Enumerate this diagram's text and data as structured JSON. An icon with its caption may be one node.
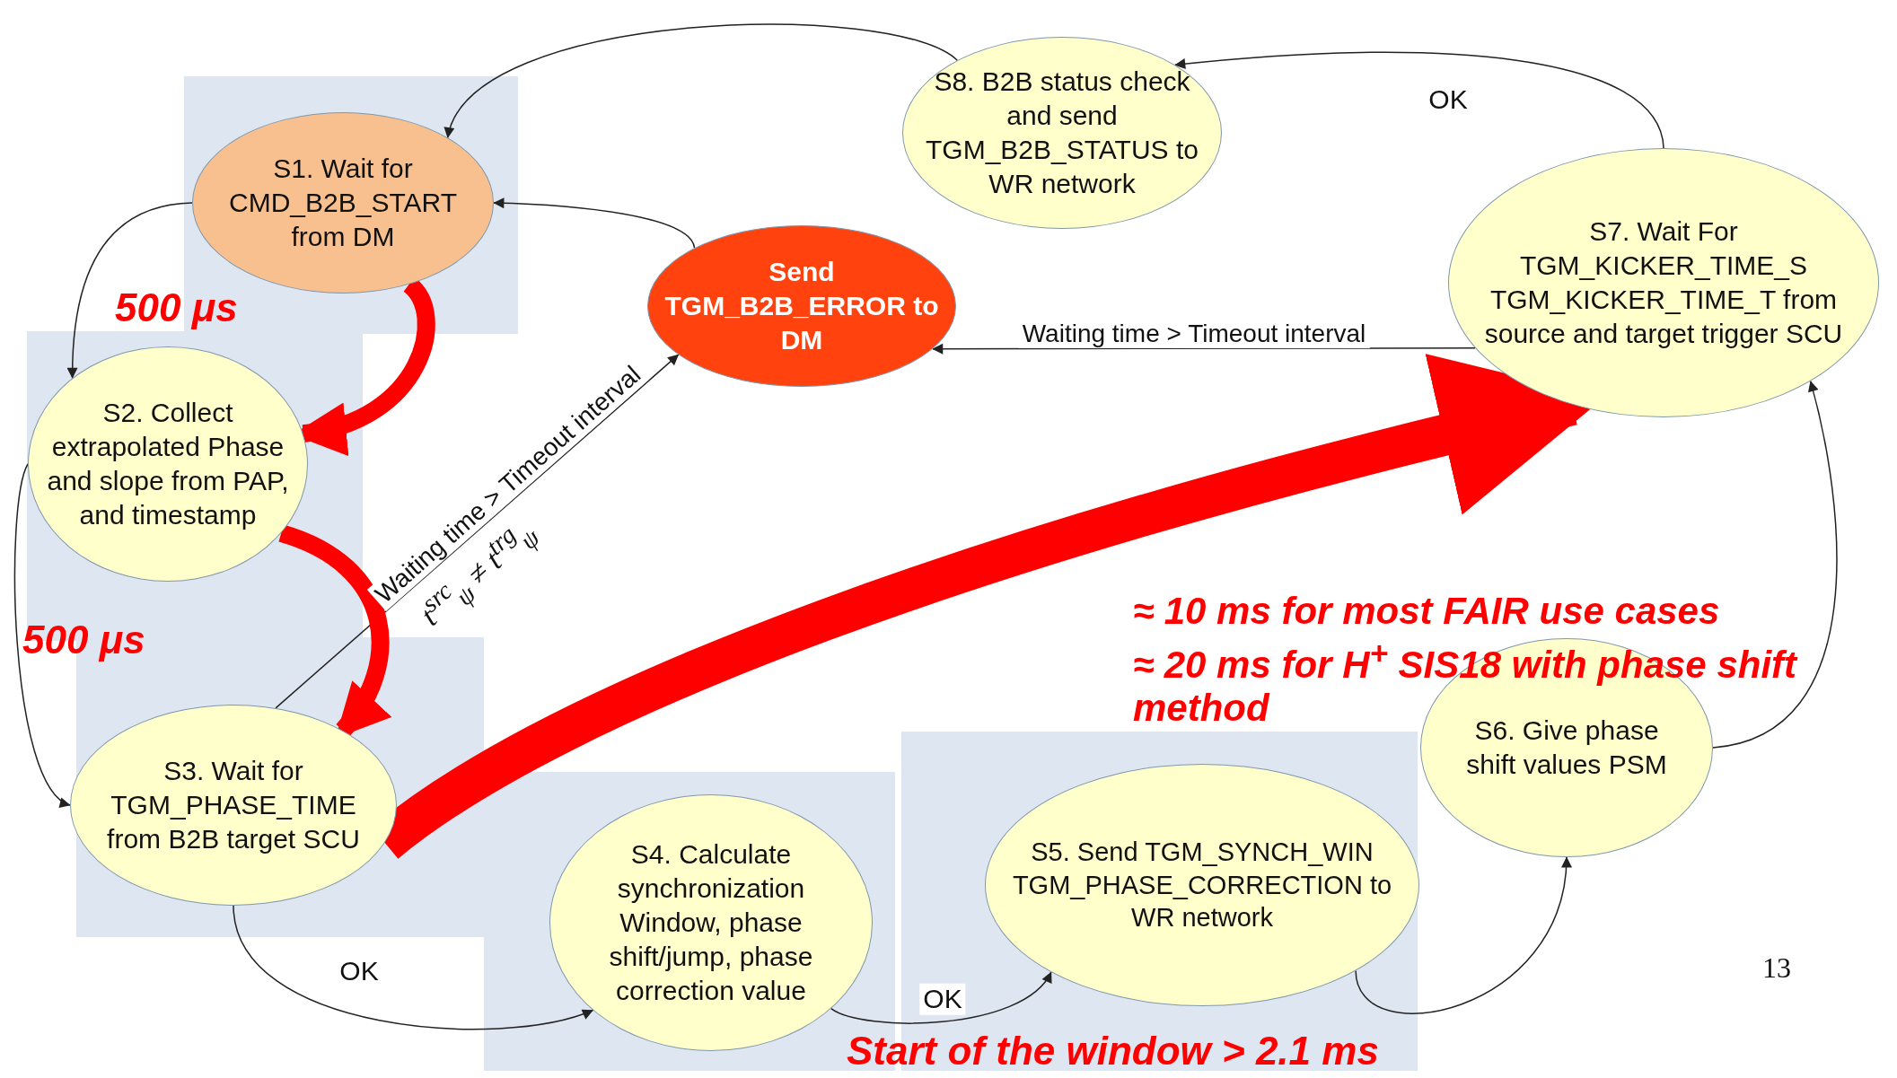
{
  "diagram": {
    "nodes": [
      {
        "text": [
          "S1. Wait for CMD_B2B_START from DM"
        ]
      },
      {
        "text": [
          "S2. Collect extrapolated Phase and slope from PAP, and timestamp"
        ]
      },
      {
        "text": [
          "S3. Wait for TGM_PHASE_TIME from B2B target SCU"
        ]
      },
      {
        "text": [
          "S4. Calculate synchronization Window, phase shift/jump, phase correction value"
        ]
      },
      {
        "text": [
          "S5. Send TGM_SYNCH_WIN TGM_PHASE_CORRECTION to WR network"
        ]
      },
      {
        "text": [
          "S6. Give phase shift values PSM"
        ]
      },
      {
        "text": [
          "S7. Wait For TGM_KICKER_TIME_S TGM_KICKER_TIME_T from source and target trigger SCU"
        ]
      },
      {
        "text": [
          "S8. B2B status check and send TGM_B2B_STATUS to WR network"
        ]
      },
      {
        "text": [
          "Send TGM_B2B_ERROR to DM"
        ]
      }
    ],
    "edges": [
      {
        "from": 0,
        "to": 1,
        "arrow": "to"
      },
      {
        "from": 1,
        "to": 2,
        "arrow": "to"
      },
      {
        "from": 2,
        "to": 8,
        "arrow": "to",
        "label": "Waiting time > Timeout interval"
      },
      {
        "from": 8,
        "to": 0,
        "arrow": "to"
      },
      {
        "from": 2,
        "to": 3,
        "arrow": "to",
        "label": "OK"
      },
      {
        "from": 3,
        "to": 4,
        "arrow": "to",
        "label": "OK"
      },
      {
        "from": 4,
        "to": 5,
        "arrow": "to"
      },
      {
        "from": 5,
        "to": 6,
        "arrow": "to"
      },
      {
        "from": 6,
        "to": 7,
        "arrow": "to",
        "label": "OK"
      },
      {
        "from": 7,
        "to": 0,
        "arrow": "to"
      },
      {
        "from": 6,
        "to": 8,
        "arrow": "to",
        "label": "Waiting time > Timeout interval"
      },
      {
        "from": 0,
        "to": 1,
        "arrow": "to",
        "style": "thick",
        "color": "#ff0000"
      },
      {
        "from": 1,
        "to": 2,
        "arrow": "to",
        "style": "thick",
        "color": "#ff0000"
      },
      {
        "from": 2,
        "to": 6,
        "arrow": "to",
        "style": "thick",
        "color": "#ff0000"
      }
    ],
    "labels": [
      "500 μs",
      "500 μs",
      "≈ 10 ms for most FAIR use cases",
      "≈ 20 ms for H$^{+}$ SIS18 with phase shift method",
      "Start of the window > 2.1 ms",
      "t$^{src}$$_{ψ}$ ≠ t$^{trg}$$_{ψ}$",
      "13"
    ]
  }
}
